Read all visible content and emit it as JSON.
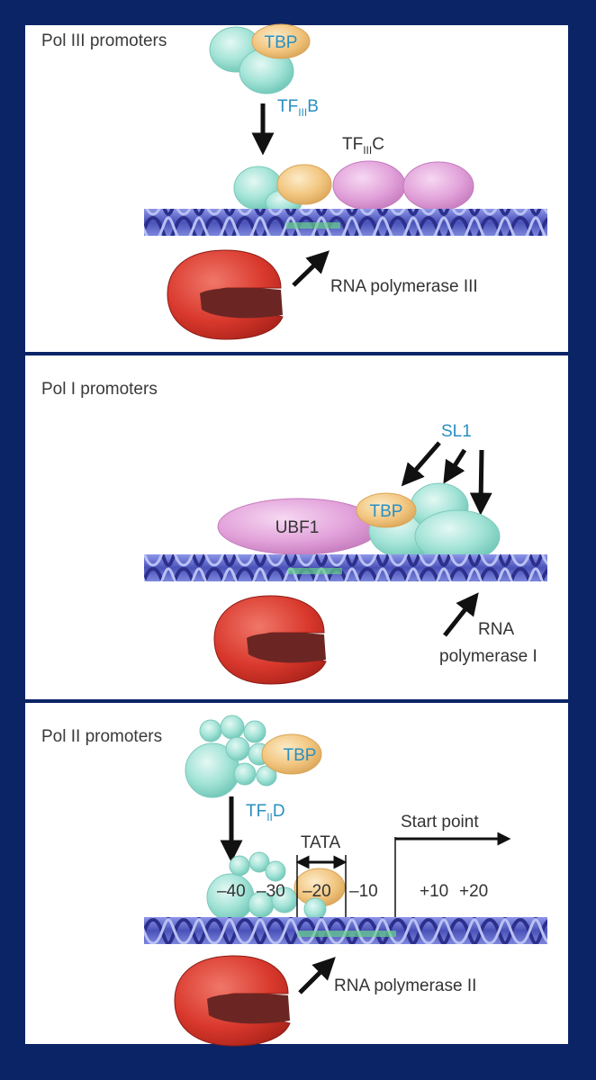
{
  "colors": {
    "background": "#0b2466",
    "panel": "#ffffff",
    "tbp": "#f2c680",
    "teal": "#a5e4d8",
    "magenta": "#e2a2da",
    "polymerase": "#d9382c",
    "dna": "#5b63c9",
    "label_blue": "#2a8fc0"
  },
  "panel1": {
    "title": "Pol III promoters",
    "tbp": "TBP",
    "tf_main": "TF",
    "tf_sub": "III",
    "tf_end": "B",
    "tfc_main": "TF",
    "tfc_sub": "III",
    "tfc_end": "C",
    "polymerase": "RNA polymerase  III"
  },
  "panel2": {
    "title": "Pol I promoters",
    "sl1": "SL1",
    "tbp": "TBP",
    "ubf1": "UBF1",
    "polymerase_line1": "RNA",
    "polymerase_line2": "polymerase I"
  },
  "panel3": {
    "title": "Pol II promoters",
    "tbp": "TBP",
    "tf_main": "TF",
    "tf_sub": "II",
    "tf_end": "D",
    "tata": "TATA",
    "start_point": "Start point",
    "pos_m40": "–40",
    "pos_m30": "–30",
    "pos_m20": "–20",
    "pos_m10": "–10",
    "pos_p10": "+10",
    "pos_p20": "+20",
    "polymerase": "RNA polymerase II"
  }
}
